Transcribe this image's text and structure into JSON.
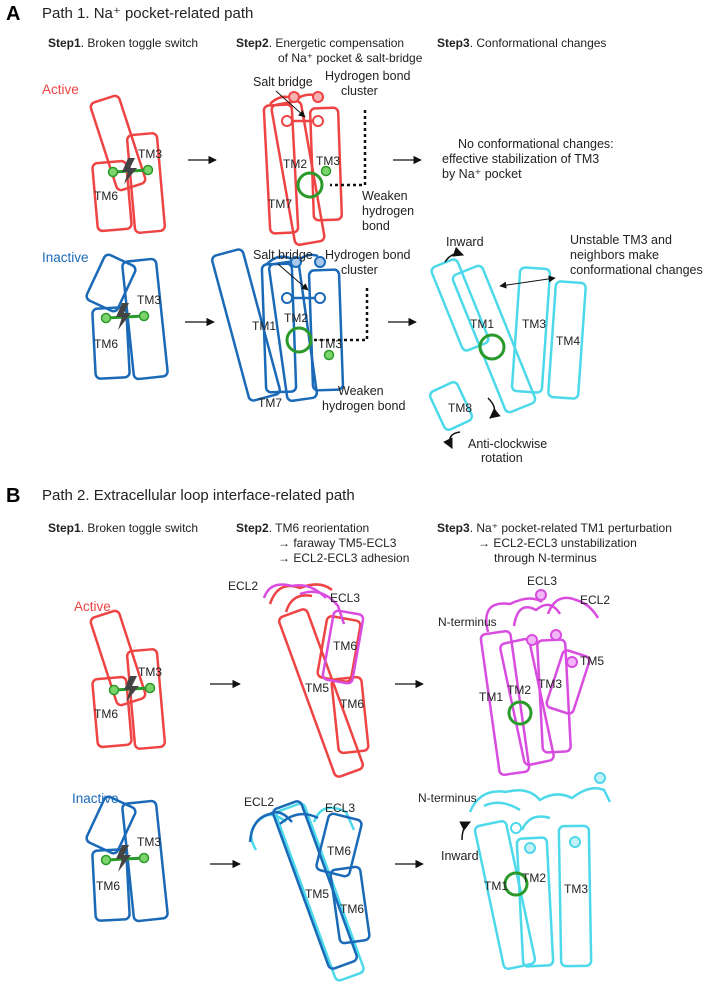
{
  "colors": {
    "active": "#ee4444",
    "inactive": "#1a6ab8",
    "cyan": "#4dd9ea",
    "magenta": "#d84de0",
    "green": "#3ab33a",
    "green_fill": "#7bd36b",
    "dark": "#444444"
  },
  "panel_a": {
    "letter": "A",
    "title": "Path 1. Na⁺ pocket-related path",
    "step1": {
      "bold": "Step1",
      "rest": ". Broken toggle switch"
    },
    "step2": {
      "bold": "Step2",
      "line1": ". Energetic compensation",
      "line2": "of Na⁺ pocket & salt-bridge"
    },
    "step3": {
      "bold": "Step3",
      "rest": ". Conformational changes"
    },
    "active_label": "Active",
    "inactive_label": "Inactive",
    "salt_bridge": "Salt bridge",
    "hb_cluster_1": "Hydrogen bond",
    "hb_cluster_2": "cluster",
    "weaken_1": "Weaken",
    "weaken_2": "hydrogen",
    "weaken_3": "bond",
    "weaken_inactive_1": "Weaken",
    "weaken_inactive_2": "hydrogen bond",
    "no_change_1": "No conformational changes:",
    "no_change_2": "effective stabilization of TM3",
    "no_change_3": "by Na⁺ pocket",
    "inward": "Inward",
    "unstable_1": "Unstable TM3 and",
    "unstable_2": "neighbors make",
    "unstable_3": "conformational changes",
    "anticlockwise_1": "Anti-clockwise",
    "anticlockwise_2": "rotation",
    "tm": {
      "tm1": "TM1",
      "tm2": "TM2",
      "tm3": "TM3",
      "tm4": "TM4",
      "tm6": "TM6",
      "tm7": "TM7",
      "tm8": "TM8"
    }
  },
  "panel_b": {
    "letter": "B",
    "title": "Path 2. Extracellular loop interface-related path",
    "step1": {
      "bold": "Step1",
      "rest": ". Broken toggle switch"
    },
    "step2": {
      "bold": "Step2",
      "line1": ". TM6 reorientation",
      "line2": "→ faraway TM5-ECL3",
      "line3": "→ ECL2-ECL3 adhesion"
    },
    "step3": {
      "bold": "Step3",
      "line1": ". Na⁺ pocket-related TM1 perturbation",
      "line2": "→ ECL2-ECL3 unstabilization",
      "line3": "through N-terminus"
    },
    "active_label": "Active",
    "inactive_label": "Inactive",
    "ecl2": "ECL2",
    "ecl3": "ECL3",
    "n_terminus": "N-terminus",
    "inward": "Inward",
    "tm": {
      "tm1": "TM1",
      "tm2": "TM2",
      "tm3": "TM3",
      "tm5": "TM5",
      "tm6": "TM6"
    }
  }
}
